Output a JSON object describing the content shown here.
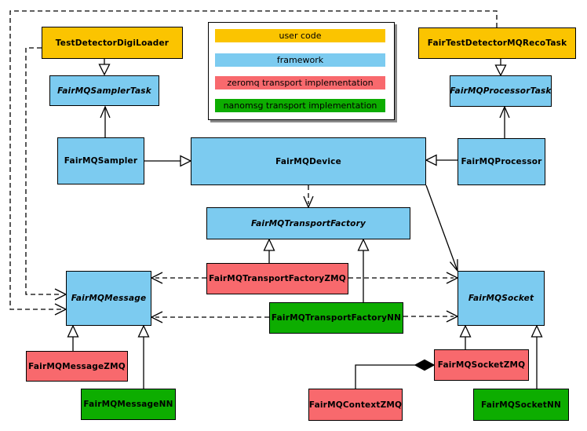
{
  "nodes": {
    "loader": {
      "label": "TestDetectorDigiLoader",
      "layer": "user code",
      "abstract": false
    },
    "reco_task": {
      "label": "FairTestDetectorMQRecoTask",
      "layer": "user code",
      "abstract": false
    },
    "sampler_task": {
      "label": "FairMQSamplerTask",
      "layer": "framework",
      "abstract": true
    },
    "processor_task": {
      "label": "FairMQProcessorTask",
      "layer": "framework",
      "abstract": true
    },
    "sampler": {
      "label": "FairMQSampler",
      "layer": "framework",
      "abstract": false
    },
    "device": {
      "label": "FairMQDevice",
      "layer": "framework",
      "abstract": false
    },
    "processor": {
      "label": "FairMQProcessor",
      "layer": "framework",
      "abstract": false
    },
    "transport_factory": {
      "label": "FairMQTransportFactory",
      "layer": "framework",
      "abstract": true
    },
    "transport_factory_zmq": {
      "label": "FairMQTransportFactoryZMQ",
      "layer": "zeromq transport implementation",
      "abstract": false
    },
    "transport_factory_nn": {
      "label": "FairMQTransportFactoryNN",
      "layer": "nanomsg transport implementation",
      "abstract": false
    },
    "message": {
      "label": "FairMQMessage",
      "layer": "framework",
      "abstract": true
    },
    "socket": {
      "label": "FairMQSocket",
      "layer": "framework",
      "abstract": true
    },
    "message_zmq": {
      "label": "FairMQMessageZMQ",
      "layer": "zeromq transport implementation",
      "abstract": false
    },
    "message_nn": {
      "label": "FairMQMessageNN",
      "layer": "nanomsg transport implementation",
      "abstract": false
    },
    "socket_zmq": {
      "label": "FairMQSocketZMQ",
      "layer": "zeromq transport implementation",
      "abstract": false
    },
    "socket_nn": {
      "label": "FairMQSocketNN",
      "layer": "nanomsg transport implementation",
      "abstract": false
    },
    "context_zmq": {
      "label": "FairMQContextZMQ",
      "layer": "zeromq transport implementation",
      "abstract": false
    }
  },
  "legend": {
    "items": [
      {
        "label": "user code",
        "color": "#FBC400"
      },
      {
        "label": "framework",
        "color": "#7CCBF0"
      },
      {
        "label": "zeromq transport implementation",
        "color": "#F8696D"
      },
      {
        "label": "nanomsg transport implementation",
        "color": "#0DAD00"
      }
    ]
  },
  "colors": {
    "user_code": "#FBC400",
    "framework": "#7CCBF0",
    "zeromq": "#F8696D",
    "nanomsg": "#0DAD00",
    "edge": "#000000",
    "background": "#FFFFFF"
  },
  "edges": [
    {
      "from": "TestDetectorDigiLoader",
      "to": "FairMQSamplerTask",
      "type": "inheritance"
    },
    {
      "from": "FairTestDetectorMQRecoTask",
      "to": "FairMQProcessorTask",
      "type": "inheritance"
    },
    {
      "from": "FairMQSampler",
      "to": "FairMQDevice",
      "type": "inheritance"
    },
    {
      "from": "FairMQProcessor",
      "to": "FairMQDevice",
      "type": "inheritance"
    },
    {
      "from": "FairMQSampler",
      "to": "FairMQSamplerTask",
      "type": "association"
    },
    {
      "from": "FairMQProcessor",
      "to": "FairMQProcessorTask",
      "type": "association"
    },
    {
      "from": "FairMQDevice",
      "to": "FairMQTransportFactory",
      "type": "dependency-dashed"
    },
    {
      "from": "FairMQDevice",
      "to": "FairMQSocket",
      "type": "association"
    },
    {
      "from": "TestDetectorDigiLoader",
      "to": "FairMQMessage",
      "type": "dependency-dashed"
    },
    {
      "from": "FairTestDetectorMQRecoTask",
      "to": "FairMQMessage",
      "type": "dependency-dashed"
    },
    {
      "from": "FairMQTransportFactoryZMQ",
      "to": "FairMQTransportFactory",
      "type": "inheritance"
    },
    {
      "from": "FairMQTransportFactoryNN",
      "to": "FairMQTransportFactory",
      "type": "inheritance"
    },
    {
      "from": "FairMQTransportFactoryZMQ",
      "to": "FairMQMessage",
      "type": "dependency-dashed"
    },
    {
      "from": "FairMQTransportFactoryZMQ",
      "to": "FairMQSocket",
      "type": "dependency-dashed"
    },
    {
      "from": "FairMQTransportFactoryNN",
      "to": "FairMQMessage",
      "type": "dependency-dashed"
    },
    {
      "from": "FairMQTransportFactoryNN",
      "to": "FairMQSocket",
      "type": "dependency-dashed"
    },
    {
      "from": "FairMQMessageZMQ",
      "to": "FairMQMessage",
      "type": "inheritance"
    },
    {
      "from": "FairMQMessageNN",
      "to": "FairMQMessage",
      "type": "inheritance"
    },
    {
      "from": "FairMQSocketZMQ",
      "to": "FairMQSocket",
      "type": "inheritance"
    },
    {
      "from": "FairMQSocketNN",
      "to": "FairMQSocket",
      "type": "inheritance"
    },
    {
      "from": "FairMQContextZMQ",
      "to": "FairMQSocketZMQ",
      "type": "composition"
    }
  ]
}
